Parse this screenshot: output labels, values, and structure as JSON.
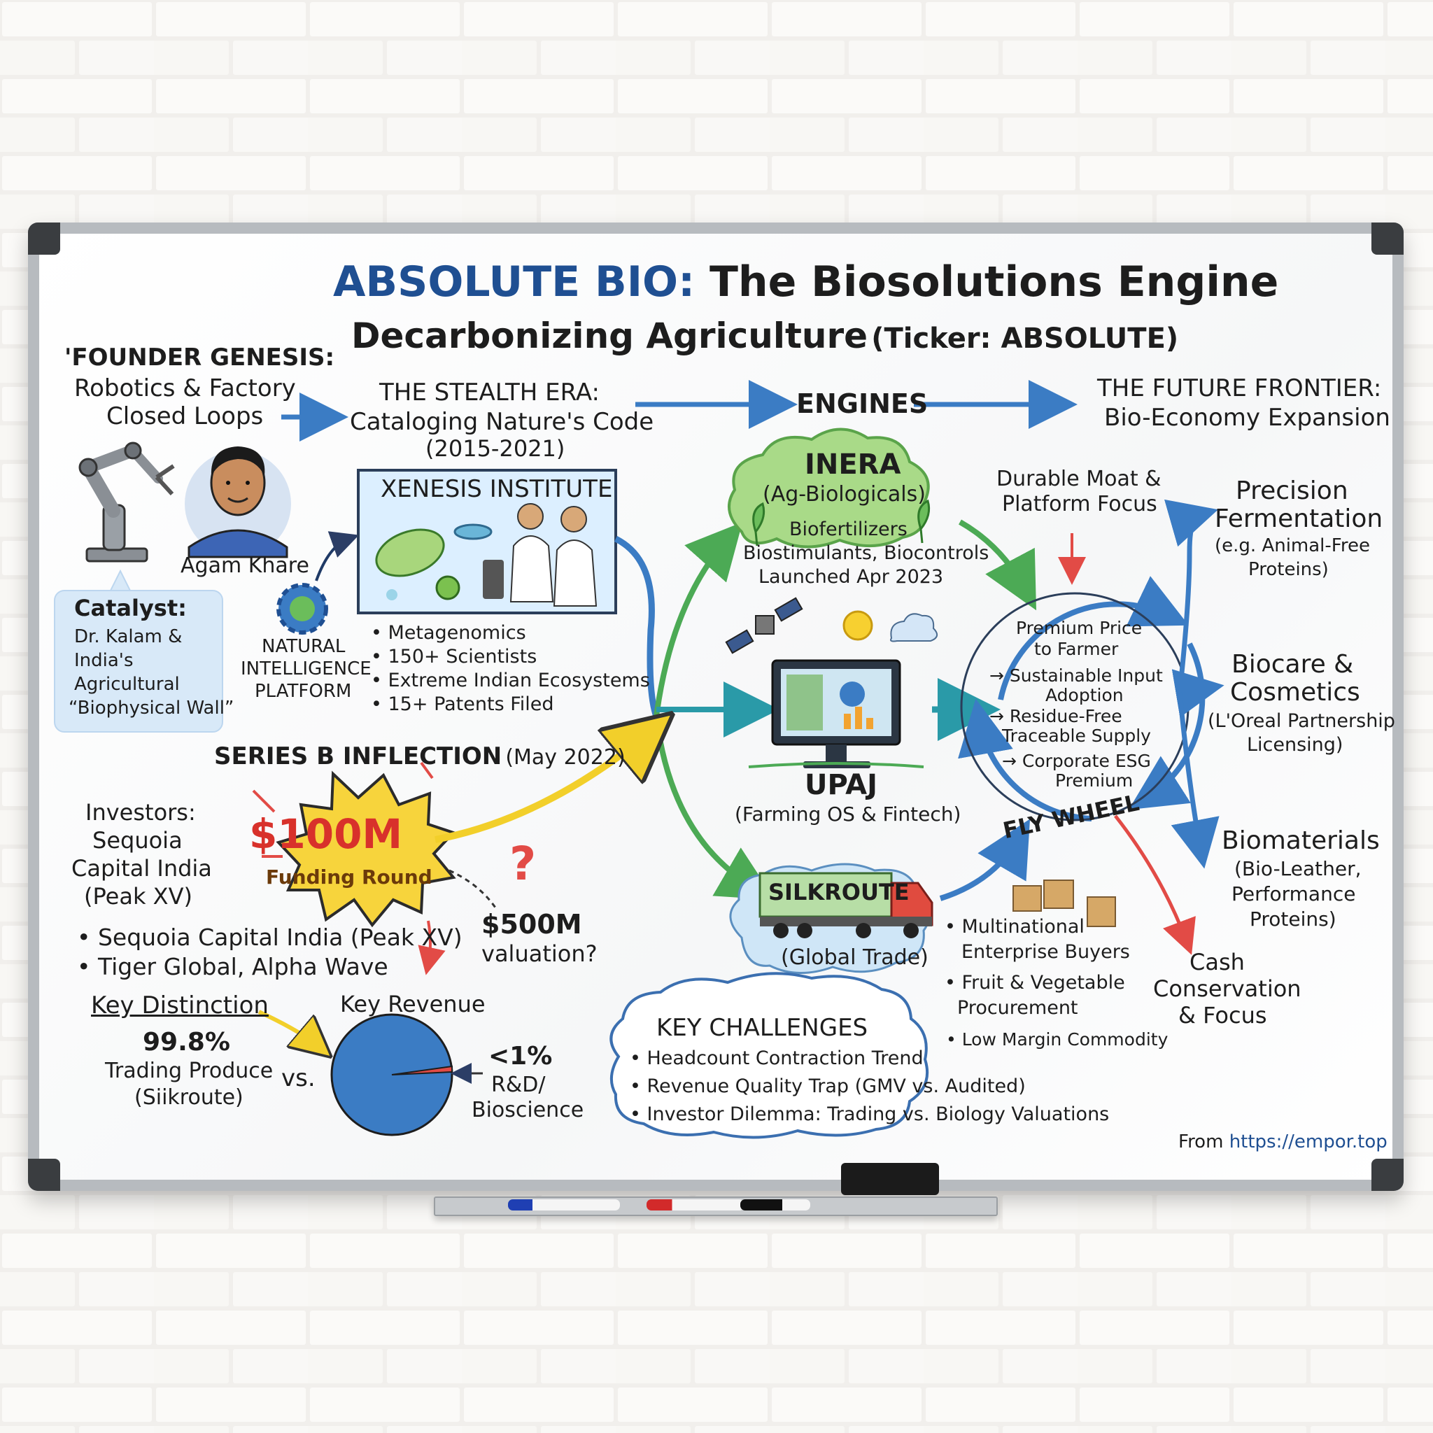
{
  "title": {
    "brand": "ABSOLUTE BIO:",
    "rest": "The Biosolutions Engine"
  },
  "subtitle": {
    "main": "Decarbonizing Agriculture",
    "ticker": "(Ticker: ABSOLUTE)"
  },
  "founder": {
    "heading": "'FOUNDER GENESIS:",
    "lines": [
      "Robotics & Factory",
      "Closed Loops"
    ],
    "name": "Agam Khare",
    "catalyst_label": "Catalyst:",
    "catalyst_lines": [
      "Dr. Kalam &",
      "India's",
      "Agricultural",
      "“Biophysical Wall”"
    ]
  },
  "stealth": {
    "heading": "THE STEALTH ERA:",
    "line": "Cataloging Nature's Code",
    "years": "(2015-2021)",
    "institute": "XENESIS INSTITUTE",
    "platform_lines": [
      "NATURAL",
      "INTELLIGENCE",
      "PLATFORM"
    ],
    "bullets": [
      "• Metagenomics",
      "• 150+ Scientists",
      "• Extreme Indian Ecosystems",
      "• 15+ Patents Filed"
    ]
  },
  "engines": {
    "heading": "ENGINES",
    "inera": {
      "name": "INERA",
      "sub": "(Ag-Biologicals)",
      "lines": [
        "Biofertilizers",
        "Biostimulants, Biocontrols",
        "Launched Apr 2023"
      ]
    },
    "upaj": {
      "name": "UPAJ",
      "sub": "(Farming OS & Fintech)"
    },
    "silkroute": {
      "name": "SILKROUTE",
      "sub": "(Global Trade)",
      "bullets": [
        "• Multinational",
        "Enterprise Buyers",
        "• Fruit & Vegetable",
        "Procurement",
        "• Low Margin Commodity"
      ]
    }
  },
  "series_b": {
    "heading": "SERIES B INFLECTION",
    "date": "(May 2022)",
    "amount": "$100M",
    "round": "Funding Round",
    "investors_lines": [
      "Investors:",
      "Sequoia",
      "Capital India",
      "(Peak XV)"
    ],
    "list": [
      "• Sequoia Capital India (Peak XV)",
      "• Tiger Global, Alpha Wave"
    ],
    "question": "?",
    "valuation_lines": [
      "$500M",
      "valuation?"
    ]
  },
  "distinction": {
    "heading": "Key Distinction",
    "revenue_label": "Key Revenue",
    "pct_trading": "99.8%",
    "trading_lines": [
      "Trading Produce",
      "(Siikroute)"
    ],
    "vs": "vs.",
    "pct_rd": "<1%",
    "rd_lines": [
      "R&D/",
      "Bioscience"
    ]
  },
  "flywheel": {
    "moat_lines": [
      "Durable Moat &",
      "Platform Focus"
    ],
    "items": [
      "Premium Price",
      "to Farmer",
      "→ Sustainable Input",
      "Adoption",
      "→ Residue-Free",
      "Traceable Supply",
      "→ Corporate ESG",
      "Premium"
    ],
    "label": "FLY WHEEL",
    "cash_lines": [
      "Cash",
      "Conservation",
      "& Focus"
    ]
  },
  "future": {
    "heading_lines": [
      "THE FUTURE FRONTIER:",
      "Bio-Economy Expansion"
    ],
    "precision": {
      "title_lines": [
        "Precision",
        "Fermentation"
      ],
      "sub_lines": [
        "(e.g. Animal-Free",
        "Proteins)"
      ]
    },
    "biocare": {
      "title_lines": [
        "Biocare &",
        "Cosmetics"
      ],
      "sub_lines": [
        "(L'Oreal Partnership",
        "Licensing)"
      ]
    },
    "biomaterials": {
      "title": "Biomaterials",
      "sub_lines": [
        "(Bio-Leather,",
        "Performance",
        "Proteins)"
      ]
    }
  },
  "challenges": {
    "heading": "KEY CHALLENGES",
    "bullets": [
      "• Headcount Contraction Trend",
      "• Revenue Quality Trap (GMV vs. Audited)",
      "• Investor Dilemma: Trading vs. Biology Valuations"
    ]
  },
  "credit": {
    "prefix": "From",
    "url": "https://empor.top"
  },
  "colors": {
    "blue": "#3b7cc4",
    "green": "#4caa55",
    "yellow": "#f2cf2a",
    "red": "#e24b46",
    "title_blue": "#1f4f92"
  }
}
